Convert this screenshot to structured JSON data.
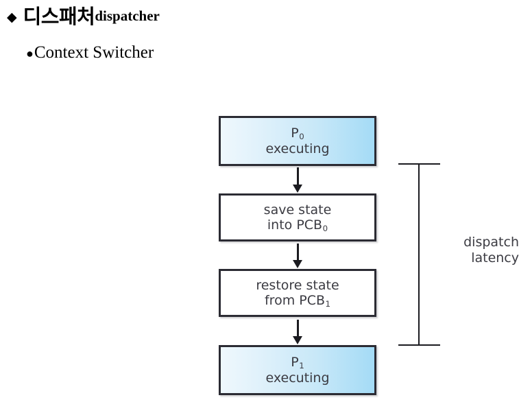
{
  "slide": {
    "heading": {
      "marker": "◆",
      "korean": "디스패처",
      "english": "dispatcher"
    },
    "bullet": {
      "marker": "●",
      "text": "Context Switcher"
    }
  },
  "diagram": {
    "boxes": [
      {
        "id": "box-p0",
        "kind": "process",
        "line1": "P",
        "line1_sub": "0",
        "line2": "executing"
      },
      {
        "id": "box-save",
        "kind": "plain",
        "line1": "save state",
        "line2": "into PCB",
        "line2_sub": "0"
      },
      {
        "id": "box-restore",
        "kind": "plain",
        "line1": "restore state",
        "line2": "from PCB",
        "line2_sub": "1"
      },
      {
        "id": "box-p1",
        "kind": "process",
        "line1": "P",
        "line1_sub": "1",
        "line2": "executing"
      }
    ],
    "latency": {
      "label_line1": "dispatch",
      "label_line2": "latency"
    },
    "colors": {
      "box_border": "#2b2b33",
      "box_text": "#3b3b42",
      "gradient_start": "#eff8fd",
      "gradient_end": "#a4dbf6",
      "arrow": "#1b1b20",
      "background": "#ffffff"
    }
  }
}
